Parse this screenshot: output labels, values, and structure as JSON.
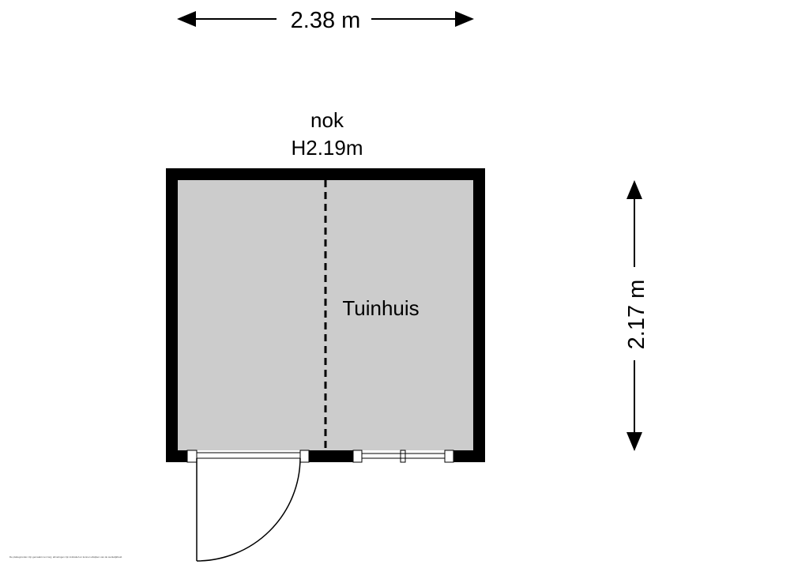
{
  "dimensions": {
    "width_label": "2.38 m",
    "height_label": "2.17 m"
  },
  "ridge": {
    "name": "nok",
    "height": "H2.19m"
  },
  "room": {
    "name": "Tuinhuis"
  },
  "footer": {
    "disclaimer": "De plattegronden zijn gemaakt met zorg; afmetingen zijn indicatief en kunnen afwijken van de werkelijkheid."
  },
  "colors": {
    "wall": "#000000",
    "floor": "#cccccc",
    "background": "#ffffff"
  }
}
